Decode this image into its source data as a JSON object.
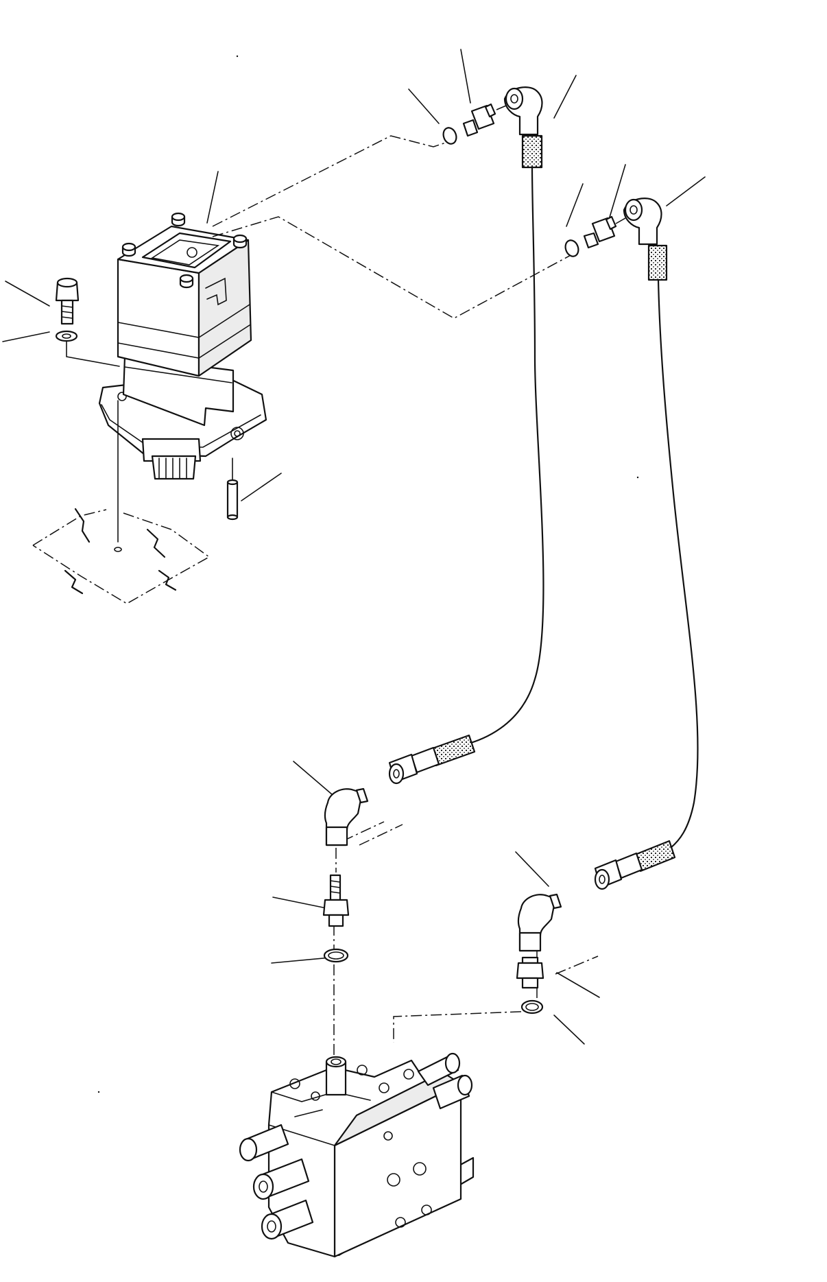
{
  "diagram": {
    "type": "exploded-parts-drawing",
    "colors": {
      "ink": "#111111",
      "background": "#ffffff",
      "hose_fill": "#dddddd"
    },
    "parts": [
      "swing-motor",
      "mounting-bolt",
      "washer",
      "dowel-pin",
      "mounting-base",
      "o-ring",
      "connector",
      "elbow",
      "hose",
      "control-valve"
    ],
    "callouts": []
  }
}
